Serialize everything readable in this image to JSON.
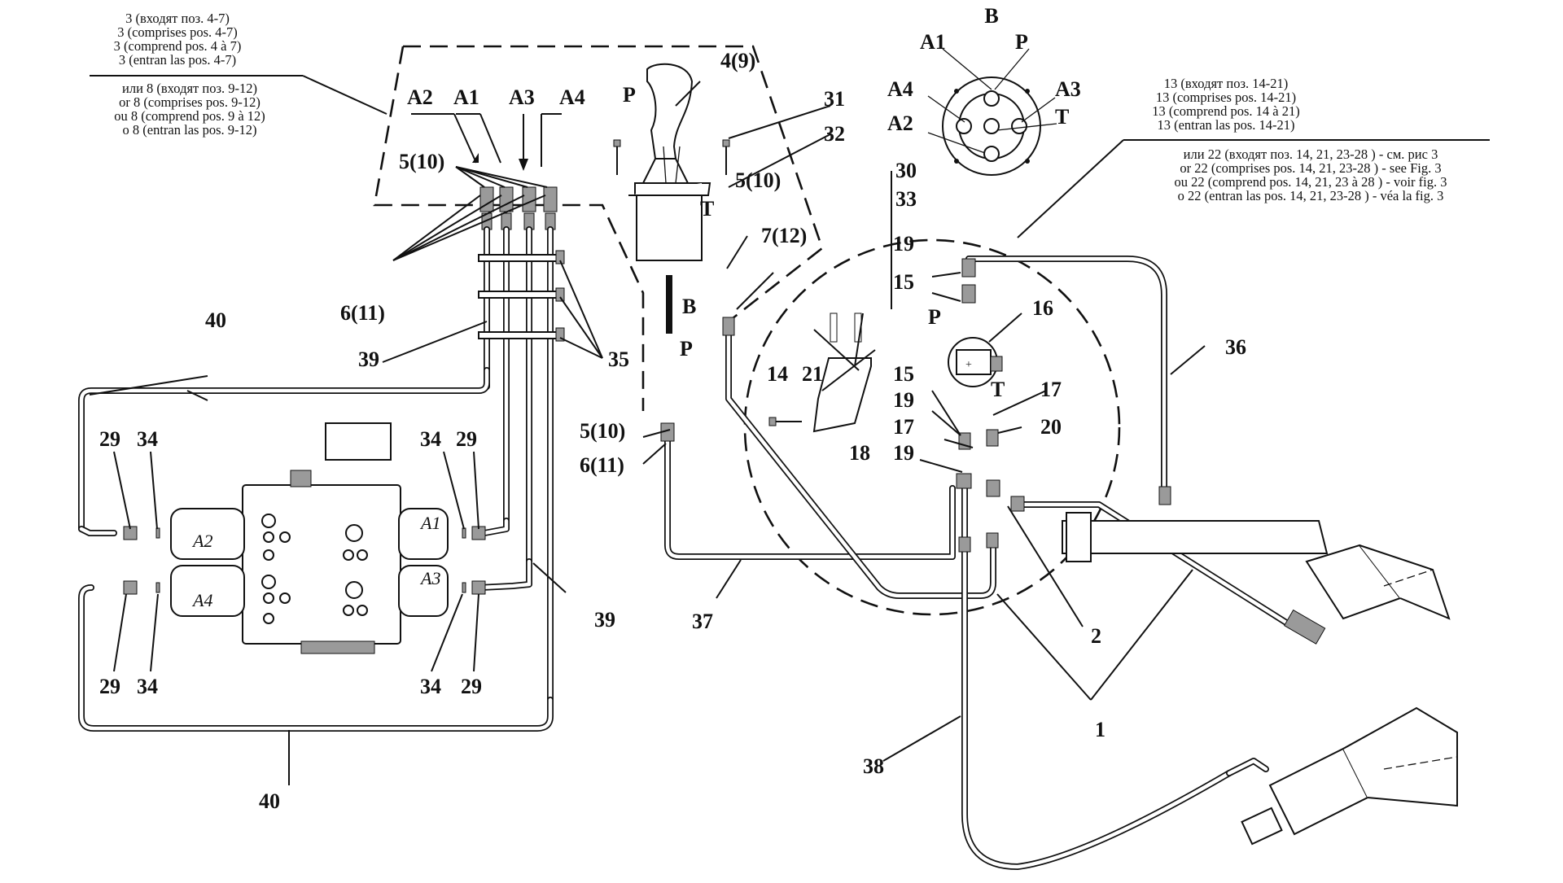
{
  "view_label": "В",
  "notes": {
    "top_left_a": [
      "3 (входят поз. 4-7)",
      "3 (comprises pos. 4-7)",
      "3 (comprend pos. 4 à 7)",
      "3 (entran las pos. 4-7)"
    ],
    "top_left_b": [
      "или  8 (входят поз. 9-12)",
      "or  8 (comprises pos. 9-12)",
      "ou 8 (comprend pos. 9 à 12)",
      "o 8 (entran las pos. 9-12)"
    ],
    "right_a": [
      "13 (входят поз. 14-21)",
      "13 (comprises pos. 14-21)",
      "13 (comprend pos. 14 à 21)",
      "13 (entran las pos. 14-21)"
    ],
    "right_b": [
      "или 22 (входят поз. 14, 21, 23-28 ) - см. рис 3",
      "or 22 (comprises pos. 14, 21, 23-28 ) - see Fig. 3",
      "ou 22 (comprend pos. 14, 21, 23 à 28 ) - voir fig. 3",
      "o 22 (entran las pos. 14, 21, 23-28 ) - véa la fig. 3"
    ]
  },
  "ports": {
    "a1": "A1",
    "a2": "A2",
    "a3": "A3",
    "a4": "A4",
    "p": "P",
    "t": "T",
    "b": "B"
  },
  "valve_ports": {
    "a1": "A1",
    "a2": "A2",
    "a3": "A3",
    "a4": "A4"
  },
  "callouts": {
    "n1": "1",
    "n2": "2",
    "n4_9": "4(9)",
    "n5_10": "5(10)",
    "n6_11": "6(11)",
    "n7_12": "7(12)",
    "n14": "14",
    "n15": "15",
    "n16": "16",
    "n17": "17",
    "n18": "18",
    "n19": "19",
    "n20": "20",
    "n21": "21",
    "n29": "29",
    "n30": "30",
    "n31": "31",
    "n32": "32",
    "n33": "33",
    "n34": "34",
    "n35": "35",
    "n36": "36",
    "n37": "37",
    "n38": "38",
    "n39": "39",
    "n40": "40"
  }
}
